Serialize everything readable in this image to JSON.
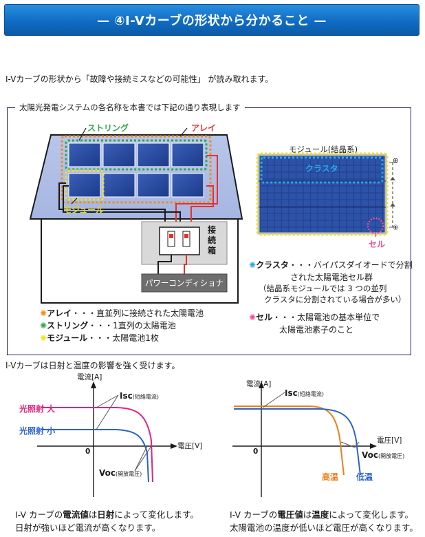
{
  "banner": {
    "title": "— ④I-Vカーブの形状から分かること —"
  },
  "intro": "I-Vカーブの形状から「故障や接続ミスなどの可能性」 が読み取れます。",
  "diagram": {
    "frame_label": "太陽光発電システムの各名称を本書では下記の通り表現します",
    "string_label": "ストリング",
    "array_label": "アレイ",
    "module_label": "モジュール",
    "junction_box": "接続箱",
    "power_conditioner": "パワーコンディショナ",
    "module_title": "モジュール(結晶系)",
    "cluster_label": "クラスタ",
    "cell_label": "セル",
    "plus_sign": "⊕",
    "minus_sign": "①",
    "legend": [
      {
        "mark": "✺",
        "color": "#f08a1c",
        "term": "アレイ",
        "desc": "・・・直並列に接続された太陽電池"
      },
      {
        "mark": "✺",
        "color": "#2ea84a",
        "term": "ストリング",
        "desc": "・・・1直列の太陽電池"
      },
      {
        "mark": "✺",
        "color": "#f2e21a",
        "term": "モジュール",
        "desc": "・・・太陽電池1枚"
      }
    ],
    "cluster_note": {
      "mark": "✺",
      "color": "#29a7e8",
      "term": "クラスタ",
      "line1": "・・・バイパスダイオードで分割",
      "line2": "された太陽電池セル群",
      "line3": "（結晶系モジュールでは 3 つの並列",
      "line4": "クラスタに分割されている場合が多い）"
    },
    "cell_note": {
      "mark": "✺",
      "color": "#ec4f9a",
      "term": "セル",
      "line1": "・・・太陽電池の基本単位で",
      "line2": "太陽電池素子のこと"
    }
  },
  "section2": "I-Vカーブは日射と温度の影響を強く受けます。",
  "chart_irradiance": {
    "ylabel": "電流[A]",
    "xlabel": "電圧[V]",
    "origin": "0",
    "isc": "Isc",
    "isc_note": "(短絡電流)",
    "voc": "Voc",
    "voc_note": "(開放電圧)",
    "high_label": "光照射 大",
    "low_label": "光照射 小",
    "colors": {
      "high": "#e8207a",
      "low": "#2a62c9"
    },
    "caption_pre": "I-V カーブの",
    "caption_bold1": "電流値",
    "caption_mid": "は",
    "caption_bold2": "日射",
    "caption_post": "によって変化します。",
    "caption_line2": "日射が強いほど電流が高くなります。"
  },
  "chart_temperature": {
    "ylabel": "電流[A]",
    "xlabel": "電圧[V]",
    "origin": "0",
    "isc": "Isc",
    "isc_note": "(短絡電流)",
    "voc": "Voc",
    "voc_note": "(開放電圧)",
    "high_label": "高温",
    "low_label": "低温",
    "colors": {
      "high": "#f07d1a",
      "low": "#2a62c9"
    },
    "caption_pre": "I-V カーブの",
    "caption_bold1": "電圧値",
    "caption_mid": "は",
    "caption_bold2": "温度",
    "caption_post": "によって変化します。",
    "caption_line2": "太陽電池の温度が低いほど電圧が高くなります。"
  }
}
